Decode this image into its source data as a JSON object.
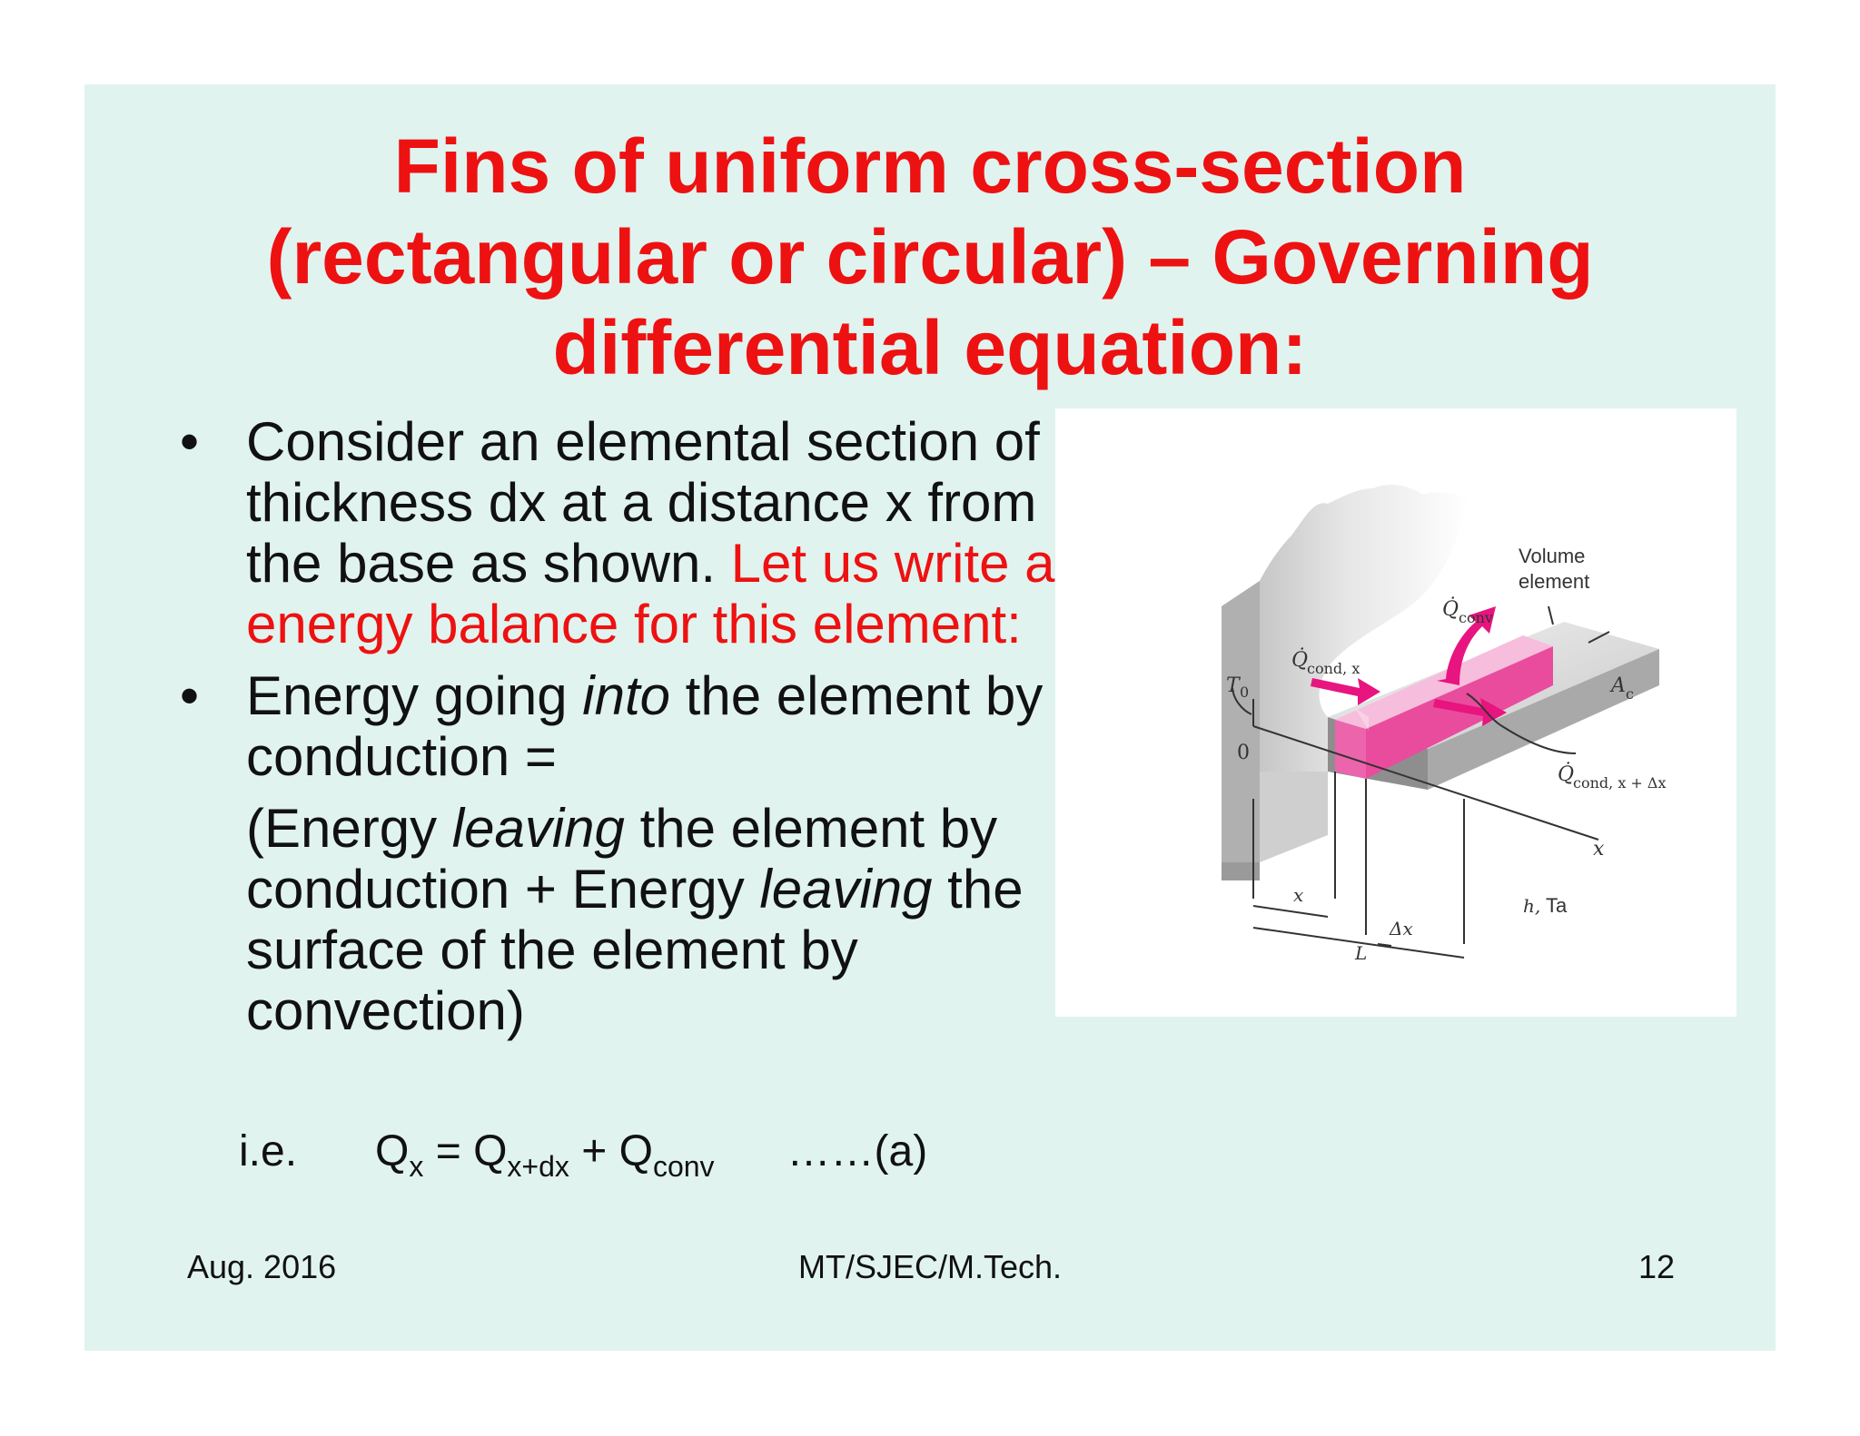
{
  "title": {
    "line1": "Fins of uniform cross-section",
    "line2": "(rectangular or circular) – Governing",
    "line3": "differential equation:"
  },
  "bullets": [
    {
      "marker": "•",
      "text_a": "Consider an elemental section of thickness dx at a distance x from the base as shown.",
      "text_b": " Let us write an energy balance for this element:"
    },
    {
      "marker": "•",
      "p1": "Energy going ",
      "p2": "into",
      "p3": " the element by conduction ="
    }
  ],
  "paragraph": {
    "p1": "(Energy ",
    "p2": "leaving",
    "p3": " the element by conduction + Energy ",
    "p4": "leaving",
    "p5": " the surface of the element by convection)"
  },
  "equation": {
    "prefix": "i.e.",
    "q": "Q",
    "sub_x": "x",
    "eq": " = ",
    "sub_xdx": "x+dx",
    "plus": " + ",
    "sub_conv": "conv",
    "ref": "……(a)"
  },
  "figure": {
    "volume_line1": "Volume",
    "volume_line2": "element",
    "q_conv": "Q̇",
    "q_conv_sub": "conv",
    "q_cond_x": "Q̇",
    "q_cond_x_sub": "cond, x",
    "q_cond_xdx": "Q̇",
    "q_cond_xdx_sub": "cond, x + Δx",
    "t0": "T",
    "t0_sub": "0",
    "origin": "0",
    "ac": "A",
    "ac_sub": "c",
    "x_axis": "x",
    "x_dim": "x",
    "dx_dim": "Δx",
    "l_dim": "L",
    "h": "h,",
    "ta": "Ta"
  },
  "footer": {
    "date": "Aug. 2016",
    "center": "MT/SJEC/M.Tech.",
    "page": "12"
  },
  "colors": {
    "background": "#e0f3ef",
    "title": "#ee1111",
    "highlight": "#ee1111",
    "arrow": "#e8147f"
  }
}
